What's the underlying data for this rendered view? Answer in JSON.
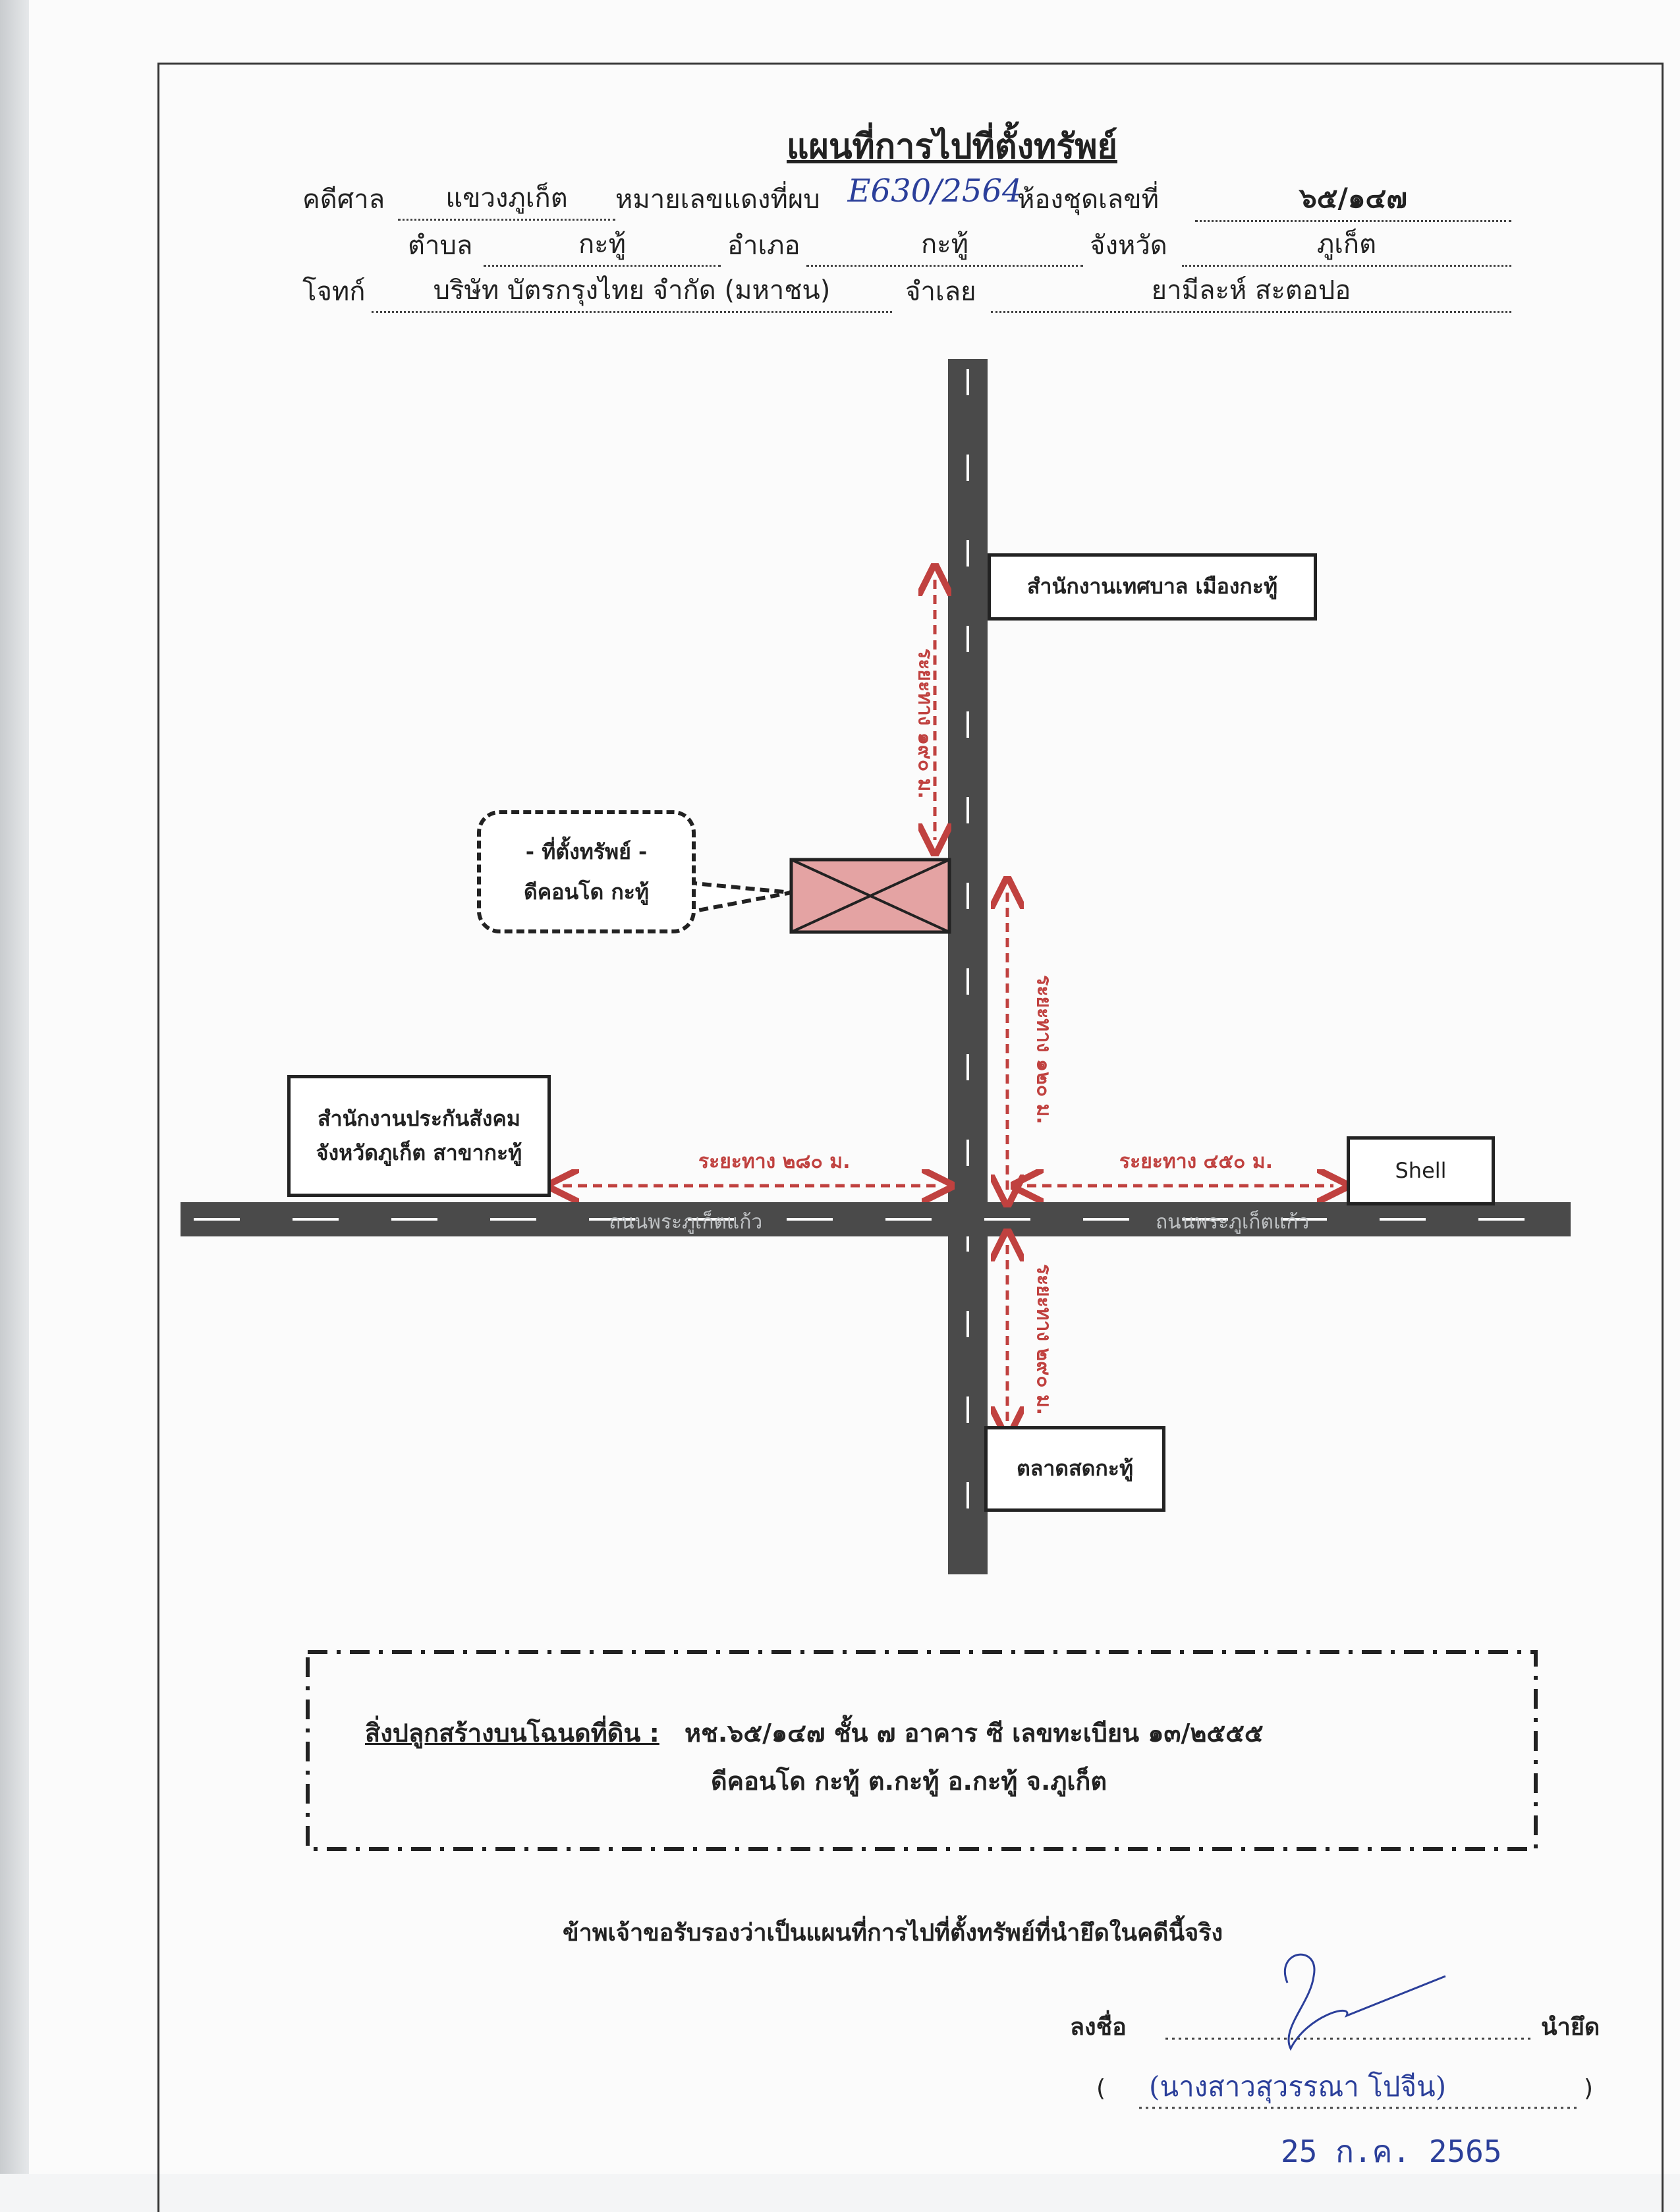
{
  "header": {
    "title": "แผนที่การไปที่ตั้งทรัพย์",
    "court_label": "คดีศาล",
    "court_value": "แขวงภูเก็ต",
    "case_label": "หมายเลขแดงที่ผบ",
    "case_value": "E630/2564",
    "room_label": "ห้องชุดเลขที่",
    "room_value": "๖๕/๑๔๗",
    "subdistrict_label": "ตำบล",
    "subdistrict_value": "กะทู้",
    "district_label": "อำเภอ",
    "district_value": "กะทู้",
    "province_label": "จังหวัด",
    "province_value": "ภูเก็ต",
    "plaintiff_label": "โจทก์",
    "plaintiff_value": "บริษัท บัตรกรุงไทย จำกัด (มหาชน)",
    "defendant_label": "จำเลย",
    "defendant_value": "ยามีละห์ สะตอปอ"
  },
  "map": {
    "property_line1": "- ที่ตั้งทรัพย์ -",
    "property_line2": "ดีคอนโด กะทู้",
    "municipality": "สำนักงานเทศบาล เมืองกะทู้",
    "social_security_line1": "สำนักงานประกันสังคม",
    "social_security_line2": "จังหวัดภูเก็ต สาขากะทู้",
    "shell": "Shell",
    "market": "ตลาดสดกะทู้",
    "road_left": "ถนนพระภูเก็ตแก้ว",
    "road_right": "ถนนพระภูเก็ตแก้ว",
    "dist_municipality": "ระยะทาง ๑๙๐ ม.",
    "dist_property": "ระยะทาง ๑๒๐ ม.",
    "dist_social": "ระยะทาง ๒๘๐ ม.",
    "dist_shell": "ระยะทาง ๔๕๐ ม.",
    "dist_market": "ระยะทาง ๒๙๐ ม.",
    "colors": {
      "road": "#4a4a4a",
      "distance": "#c0413f",
      "property_fill": "#e4a3a3"
    }
  },
  "building": {
    "label": "สิ่งปลูกสร้างบนโฉนดที่ดิน :",
    "line1": "หช.๖๕/๑๔๗ ชั้น ๗ อาคาร ซี เลขทะเบียน ๑๓/๒๕๕๕",
    "line2": "ดีคอนโด กะทู้ ต.กะทู้ อ.กะทู้ จ.ภูเก็ต"
  },
  "certification": "ข้าพเจ้าขอรับรองว่าเป็นแผนที่การไปที่ตั้งทรัพย์ที่นำยึดในคดีนี้จริง",
  "signature": {
    "sign_label": "ลงชื่อ",
    "role": "นำยึด",
    "open_paren": "(",
    "name": "(นางสาวสุวรรณา โปจีน)",
    "close_paren": ")",
    "date": "25 ก.ค. 2565"
  }
}
